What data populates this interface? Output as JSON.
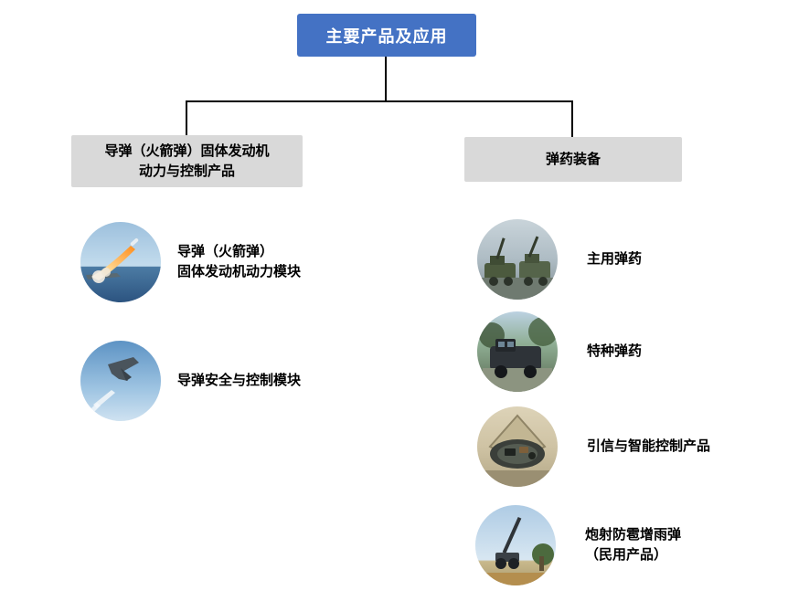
{
  "title": "主要产品及应用",
  "left_branch": {
    "header": "导弹（火箭弹）固体发动机\n动力与控制产品",
    "items": [
      {
        "label": "导弹（火箭弹）\n固体发动机动力模块",
        "icon": "missile-launch-photo"
      },
      {
        "label": "导弹安全与控制模块",
        "icon": "fighter-jet-photo"
      }
    ]
  },
  "right_branch": {
    "header": "弹药装备",
    "items": [
      {
        "label": "主用弹药",
        "icon": "anti-aircraft-vehicle-photo"
      },
      {
        "label": "特种弹药",
        "icon": "special-vehicle-photo"
      },
      {
        "label": "引信与智能控制产品",
        "icon": "fuze-interior-photo"
      },
      {
        "label": "炮射防雹增雨弹\n（民用产品）",
        "icon": "artillery-photo"
      }
    ]
  },
  "colors": {
    "title_bg": "#4472C4",
    "header_bg": "#D9D9D9",
    "connector": "#000000"
  }
}
